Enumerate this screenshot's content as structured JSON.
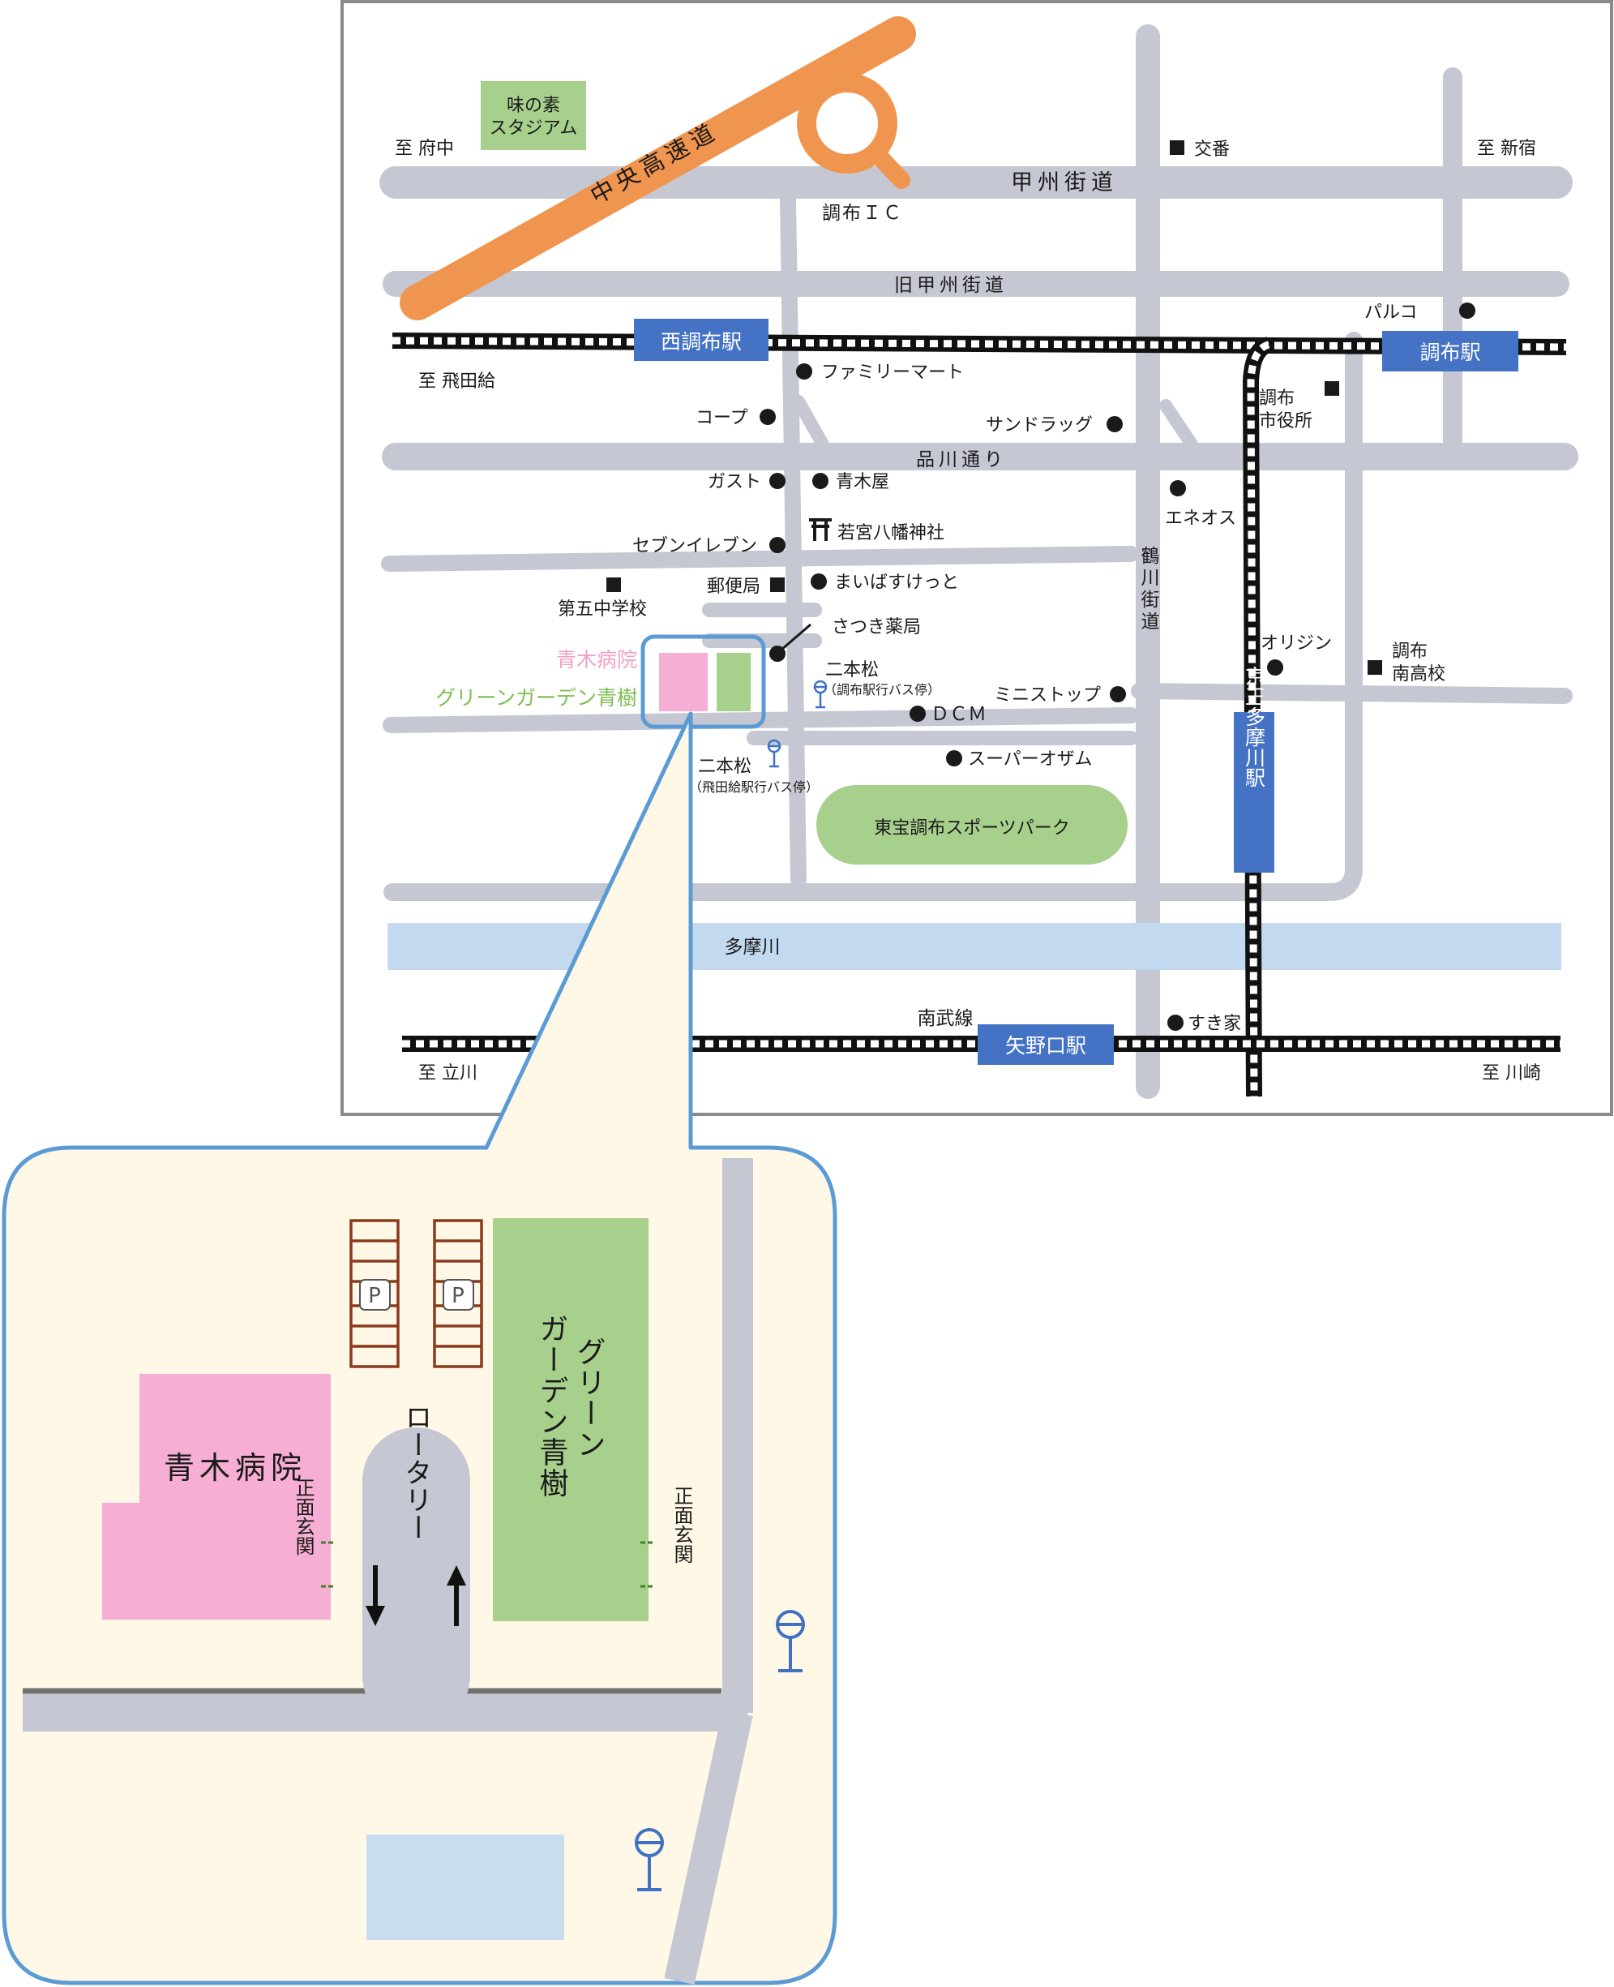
{
  "colors": {
    "road": "#c5c7d2",
    "expressway": "#f0954f",
    "station": "#4472c4",
    "river": "#c2d9f0",
    "park": "#a8d08d",
    "hospital": "#f7aed4",
    "greengarden": "#a8d08d",
    "inset_bg": "#fff8e6",
    "callout": "#5b9bd5",
    "parking": "#8b3a1e",
    "busstop": "#3f72c4"
  },
  "map": {
    "expressway": "中央高速道",
    "roads": {
      "koshu": "甲州街道",
      "old_koshu": "旧甲州街道",
      "shinagawa": "品川通り",
      "tsurukawa": "鶴川街道"
    },
    "river": "多摩川",
    "railway": {
      "nambu": "南武線"
    },
    "directions": {
      "fuchu": "至 府中",
      "shinjuku": "至 新宿",
      "tobitakyu": "至 飛田給",
      "tachikawa": "至 立川",
      "kawasaki": "至 川崎"
    },
    "stations": {
      "nishichofu": "西調布駅",
      "chofu": "調布駅",
      "keiotamagawa": "京王多摩川駅",
      "yanokuchi": "矢野口駅"
    },
    "places": {
      "stadium": "味の素\nスタジアム",
      "chofu_ic": "調布ＩＣ",
      "koban": "交番",
      "parco": "パルコ",
      "city_hall": "調布\n市役所",
      "familymart": "ファミリーマート",
      "coop": "コープ",
      "sundrug": "サンドラッグ",
      "gusto": "ガスト",
      "aokiya": "青木屋",
      "shrine": "若宮八幡神社",
      "eneos": "エネオス",
      "seven": "セブンイレブン",
      "post": "郵便局",
      "school5": "第五中学校",
      "maibasket": "まいばすけっと",
      "satsuki": "さつき薬局",
      "origin": "オリジン",
      "chofu_minami": "調布\n南高校",
      "hospital": "青木病院",
      "greengarden": "グリーンガーデン青樹",
      "bus1_name": "二本松",
      "bus1_note": "（調布駅行バス停）",
      "ministop": "ミニストップ",
      "dcm": "ＤＣＭ",
      "bus2_name": "二本松",
      "bus2_note": "（飛田給駅行バス停）",
      "ozam": "スーパーオザム",
      "sportspark": "東宝調布スポーツパーク",
      "sukiya": "すき家"
    }
  },
  "inset": {
    "hospital": "青木病院",
    "greengarden_line1": "グリーン",
    "greengarden_line2": "ガーデン青樹",
    "rotary": "ロータリー",
    "entrance": "正面玄関",
    "parking": "P"
  }
}
